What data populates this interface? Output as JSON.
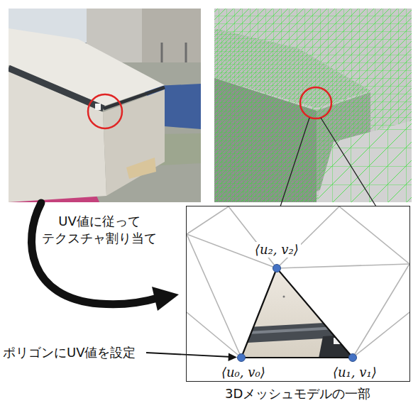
{
  "diagram": {
    "nodes": [
      {
        "text": [
          "3Dメッシュモデルの一部"
        ]
      }
    ],
    "labels": [
      "⟨u₂, v₂⟩",
      "UV値に従って テクスチャ割り当て",
      "ポリゴンにUV値を設定",
      "⟨u₀, v₀⟩",
      "⟨u₁, v₁⟩"
    ]
  }
}
